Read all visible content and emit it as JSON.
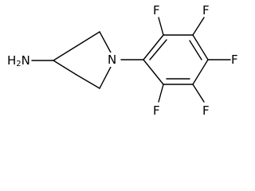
{
  "molecule": {
    "atoms": {
      "amine": {
        "symbol": "H",
        "subscript": "2",
        "element": "N"
      },
      "ring_nitrogen": "N",
      "fluorines": [
        "F",
        "F",
        "F",
        "F",
        "F"
      ]
    }
  },
  "colors": {
    "bond": "#000000",
    "background": "#ffffff"
  }
}
